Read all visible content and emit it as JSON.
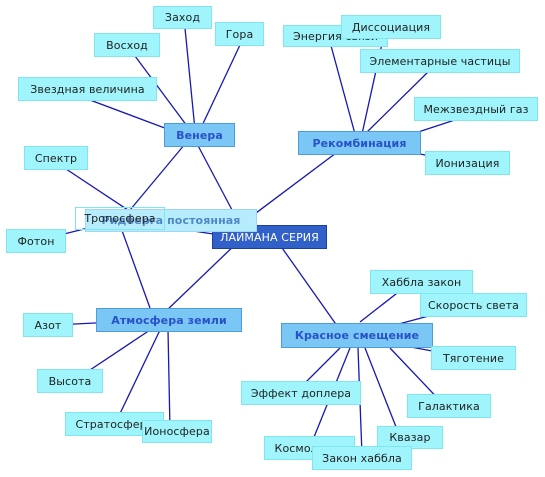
{
  "root": {
    "label": "ЛАЙМАНА СЕРИЯ"
  },
  "branches": {
    "venera": {
      "label": "Венера",
      "children": [
        "Заход",
        "Восход",
        "Гора",
        "Звездная величина"
      ]
    },
    "rekombinatsiya": {
      "label": "Рекомбинация",
      "children": [
        "Энергия связи",
        "Диссоциация",
        "Элементарные частицы",
        "Межзвездный газ",
        "Ионизация"
      ]
    },
    "postoyannaya": {
      "label": "Ридберга постоянная",
      "children": [
        "Спектр",
        "Фотон"
      ]
    },
    "atmosfera": {
      "label": "Атмосфера земли",
      "children": [
        "Тропосфера",
        "Азот",
        "Высота",
        "Стратосфера",
        "Ионосфера"
      ]
    },
    "krasnoe": {
      "label": "Красное смещение",
      "children": [
        "Хаббла закон",
        "Скорость света",
        "Тяготение",
        "Галактика",
        "Эффект доплера",
        "Квазар",
        "Космология",
        "Закон хаббла"
      ]
    }
  },
  "colors": {
    "link": "#1818b4",
    "leaf_fill": "#9ff5fb",
    "branch_fill": "#7ac6f4",
    "root_fill": "#3161c8"
  }
}
